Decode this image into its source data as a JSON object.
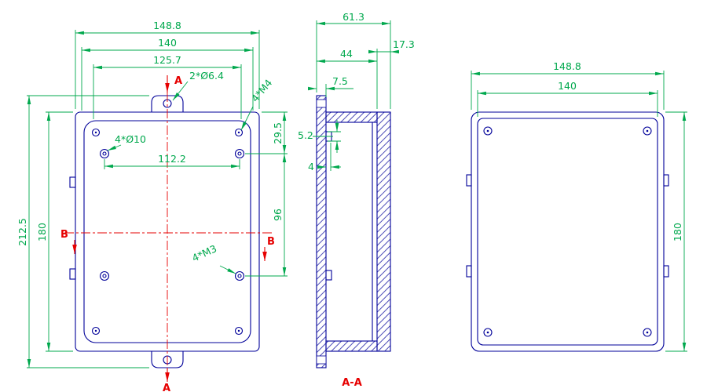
{
  "colors": {
    "dimension": "#00a84d",
    "outline": "#000099",
    "accent_red": "#e60000",
    "background": "#ffffff"
  },
  "front_view": {
    "dimensions": {
      "overall_width": "148.8",
      "body_width": "140",
      "lid_width": "125.7",
      "boss_spacing_x": "112.2",
      "overall_height": "212.5",
      "body_height": "180",
      "boss_offset_y": "29.5",
      "boss_spacing_y": "96"
    },
    "labels": {
      "tab_holes": "2*Ø6.4",
      "corner_screws": "4*M4",
      "bosses": "4*Ø10",
      "boss_threads": "4*M3"
    },
    "section_label_a": "A",
    "section_label_b": "B"
  },
  "section_view": {
    "dimensions": {
      "overall_depth": "61.3",
      "base_depth": "44",
      "lid_depth": "17.3",
      "wall": "7.5",
      "tab_height": "5.2",
      "tab_depth": "4"
    },
    "view_label": "A-A"
  },
  "back_view": {
    "dimensions": {
      "overall_width": "148.8",
      "body_width": "140",
      "body_height": "180"
    }
  }
}
